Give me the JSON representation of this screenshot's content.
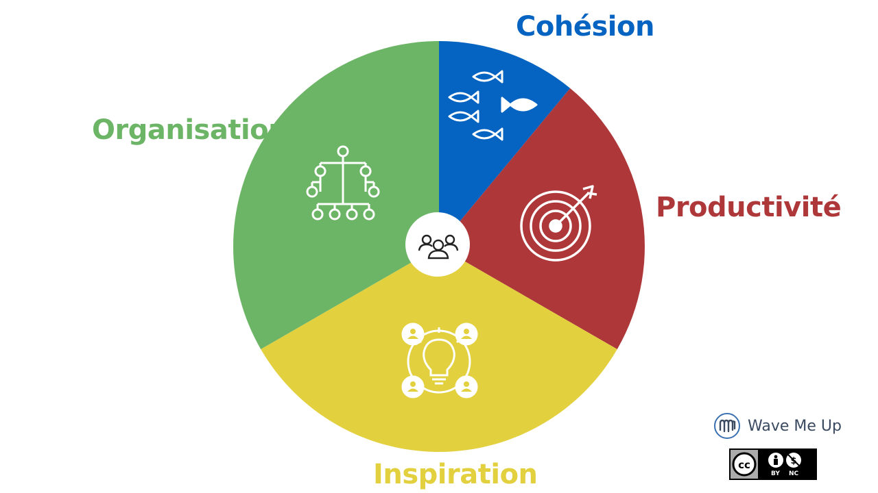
{
  "colors": {
    "cohesion": "#0563C1",
    "productivite": "#AE3739",
    "inspiration": "#E2D03E",
    "organisation": "#6DB566",
    "center": "#ffffff",
    "brand": "#3a4a60"
  },
  "segments": [
    {
      "label": "Cohésion",
      "icon": "fish-school-icon"
    },
    {
      "label": "Productivité",
      "icon": "target-arrow-icon"
    },
    {
      "label": "Inspiration",
      "icon": "lightbulb-network-icon"
    },
    {
      "label": "Organisation",
      "icon": "org-chart-icon"
    }
  ],
  "center_icon": "team-icon",
  "brand": {
    "name": "Wave Me Up",
    "icon": "wave-logo-icon"
  },
  "license": {
    "by": "BY",
    "nc": "NC",
    "icon": "cc-license-icon"
  }
}
